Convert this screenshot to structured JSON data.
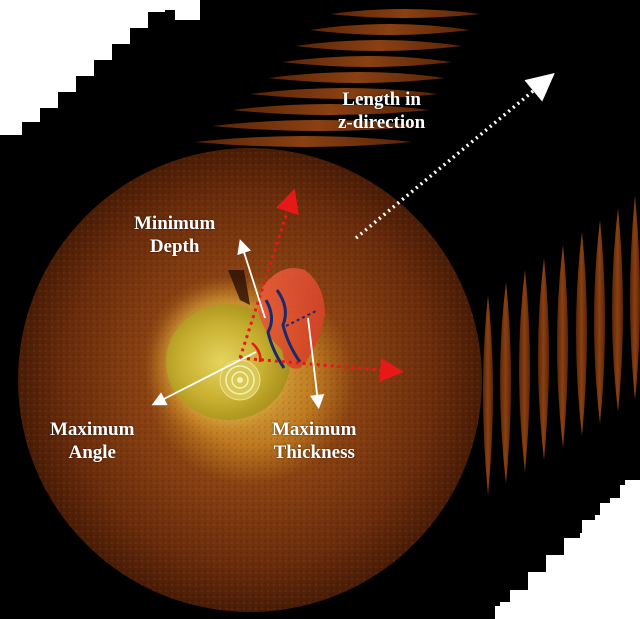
{
  "labels": {
    "length_z": [
      "Length in",
      "z-direction"
    ],
    "min_depth": [
      "Minimum",
      "Depth"
    ],
    "max_angle": [
      "Maximum",
      "Angle"
    ],
    "max_thickness": [
      "Maximum",
      "Thickness"
    ]
  },
  "colors": {
    "background_black": "#000000",
    "tissue_brown": "#6b2e0c",
    "lumen_yellow": "#b8a020",
    "lesion_red": "#e0452a",
    "border_blue": "#1a2a6a",
    "measure_red": "#e81818",
    "text_white": "#ffffff"
  }
}
